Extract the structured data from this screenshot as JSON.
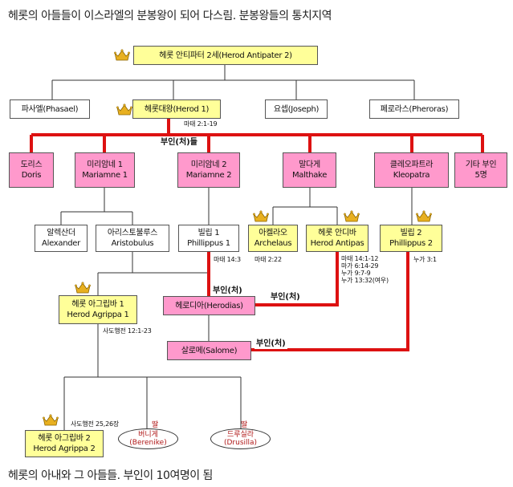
{
  "heading_top": "헤롯의 아들들이 이스라엘의 분봉왕이 되어 다스림. 분봉왕들의 통치지역",
  "heading_bottom": "헤롯의 아내와 그 아들들. 부인이 10여명이 됨",
  "colors": {
    "yellow_box": "#ffff99",
    "pink_box": "#ff99cc",
    "marriage_line": "#dd1111",
    "daughter_text": "#b01818",
    "crown": "#e8b020"
  },
  "nodes": {
    "antipater": {
      "line1": "헤롯 안티파터 2세(Herod Antipater 2)"
    },
    "phasael": {
      "line1": "파사엘(Phasael)"
    },
    "herod1": {
      "line1": "헤롯대왕(Herod 1)"
    },
    "joseph": {
      "line1": "요셉(Joseph)"
    },
    "pheroras": {
      "line1": "페로라스(Pheroras)"
    },
    "doris": {
      "line1": "도리스",
      "line2": "Doris"
    },
    "mariamne1": {
      "line1": "미리암네 1",
      "line2": "Mariamne 1"
    },
    "mariamne2": {
      "line1": "미리암네 2",
      "line2": "Mariamne 2"
    },
    "malthake": {
      "line1": "말다게",
      "line2": "Malthake"
    },
    "kleopatra": {
      "line1": "클레오파트라",
      "line2": "Kleopatra"
    },
    "others": {
      "line1": "기타 부인",
      "line2": "5명"
    },
    "alexander": {
      "line1": "알렉산더",
      "line2": "Alexander"
    },
    "aristobulus": {
      "line1": "아리스토불루스",
      "line2": "Aristobulus"
    },
    "phillippus1": {
      "line1": "빌립 1",
      "line2": "Phillippus 1"
    },
    "archelaus": {
      "line1": "아켈라오",
      "line2": "Archelaus"
    },
    "antipas": {
      "line1": "헤롯 안디바",
      "line2": "Herod Antipas"
    },
    "phillippus2": {
      "line1": "빌립 2",
      "line2": "Phillippus 2"
    },
    "agrippa1": {
      "line1": "헤롯 아그립바 1",
      "line2": "Herod Agrippa 1"
    },
    "herodias": {
      "line1": "헤로디아(Herodias)"
    },
    "salome": {
      "line1": "살로메(Salome)"
    },
    "agrippa2": {
      "line1": "헤롯 아그립바 2",
      "line2": "Herod Agrippa 2"
    },
    "berenike": {
      "line1": "버니게",
      "line2": "(Berenike)"
    },
    "drusilla": {
      "line1": "드루실라",
      "line2": "(Drusilla)"
    }
  },
  "labels": {
    "wives": "부인(처)들",
    "wife_herodias_1": "부인(처)",
    "wife_herodias_2": "부인(처)",
    "wife_salome": "부인(처)",
    "daughter_1": "딸",
    "daughter_2": "딸"
  },
  "references": {
    "herod1": "마태 2:1-19",
    "phillippus1": "마태 14:3",
    "archelaus": "마태 2:22",
    "antipas_1": "마태 14:1-12",
    "antipas_2": "마가 6:14-29",
    "antipas_3": "누가 9:7-9",
    "antipas_4": "누가 13:32(여우)",
    "phillippus2": "누가 3:1",
    "agrippa1": "사도행전 12:1-23",
    "agrippa2": "사도행전 25,26장"
  }
}
